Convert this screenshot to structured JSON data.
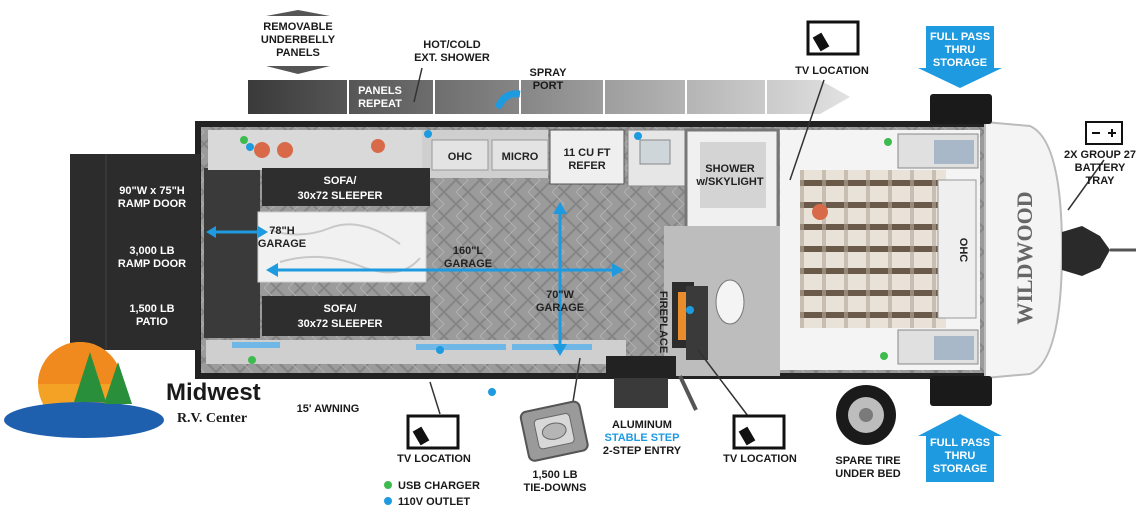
{
  "dealer": {
    "name": "Midwest",
    "subname": "R.V. Center"
  },
  "brand": "WILDWOOD",
  "colors": {
    "accent": "#1e9be0",
    "outlet": "#1e9be0",
    "usb": "#3dbb4f",
    "dark": "#2b2b2b",
    "floor": "#9a9a9a"
  },
  "labels": {
    "removable_panels": [
      "REMOVABLE",
      "UNDERBELLY",
      "PANELS"
    ],
    "shower_ext": [
      "HOT/COLD",
      "EXT. SHOWER"
    ],
    "panels_repeat": [
      "PANELS",
      "REPEAT"
    ],
    "spray_port": [
      "SPRAY",
      "PORT"
    ],
    "tv_top": "TV LOCATION",
    "pass_thru_top": [
      "FULL PASS",
      "THRU",
      "STORAGE"
    ],
    "battery": [
      "2X GROUP 27",
      "BATTERY",
      "TRAY"
    ],
    "ohc": "OHC",
    "micro": "MICRO",
    "refer": [
      "11 CU FT",
      "REFER"
    ],
    "shower": [
      "SHOWER",
      "w/SKYLIGHT"
    ],
    "sofa_top": [
      "SOFA/",
      "30x72 SLEEPER"
    ],
    "sofa_bottom": [
      "SOFA/",
      "30x72 SLEEPER"
    ],
    "ramp_door": [
      "90\"W x 75\"H",
      "RAMP DOOR"
    ],
    "ramp_lb": [
      "3,000 LB",
      "RAMP DOOR"
    ],
    "patio": [
      "1,500 LB",
      "PATIO"
    ],
    "garage_h": [
      "78\"H",
      "GARAGE"
    ],
    "garage_l": [
      "160\"L",
      "GARAGE"
    ],
    "garage_w": [
      "70\"W",
      "GARAGE"
    ],
    "fireplace": "FIREPLACE",
    "ohc_bed": "OHC",
    "awning": "15' AWNING",
    "tv_bottom_left": "TV LOCATION",
    "tie_downs": [
      "1,500 LB",
      "TIE-DOWNS"
    ],
    "step": [
      "ALUMINUM",
      "STABLE STEP",
      "2-STEP ENTRY"
    ],
    "tv_bottom_right": "TV LOCATION",
    "spare_tire": [
      "SPARE TIRE",
      "UNDER BED"
    ],
    "pass_thru_bottom": [
      "FULL PASS",
      "THRU",
      "STORAGE"
    ]
  },
  "legend": [
    {
      "label": "USB CHARGER",
      "color": "#3dbb4f"
    },
    {
      "label": "110V OUTLET",
      "color": "#1e9be0"
    }
  ]
}
